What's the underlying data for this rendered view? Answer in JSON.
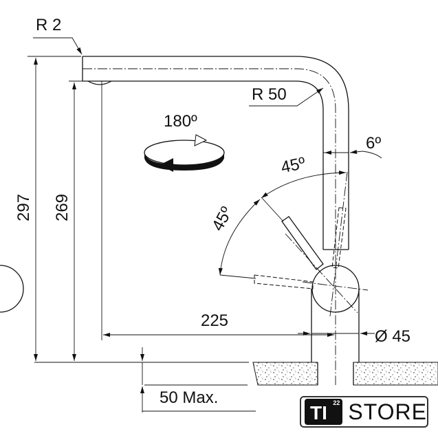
{
  "labels": {
    "r2": "R 2",
    "r50": "R 50",
    "rotation": "180º",
    "angle_6": "6º",
    "angle_45_top": "45º",
    "angle_45_left": "45º",
    "height_297": "297",
    "height_269": "269",
    "reach_225": "225",
    "diameter_45": "Ø 45",
    "max_50": "50 Max."
  },
  "logo": {
    "mark": "TI",
    "superscript": "22",
    "word": "STORE"
  }
}
